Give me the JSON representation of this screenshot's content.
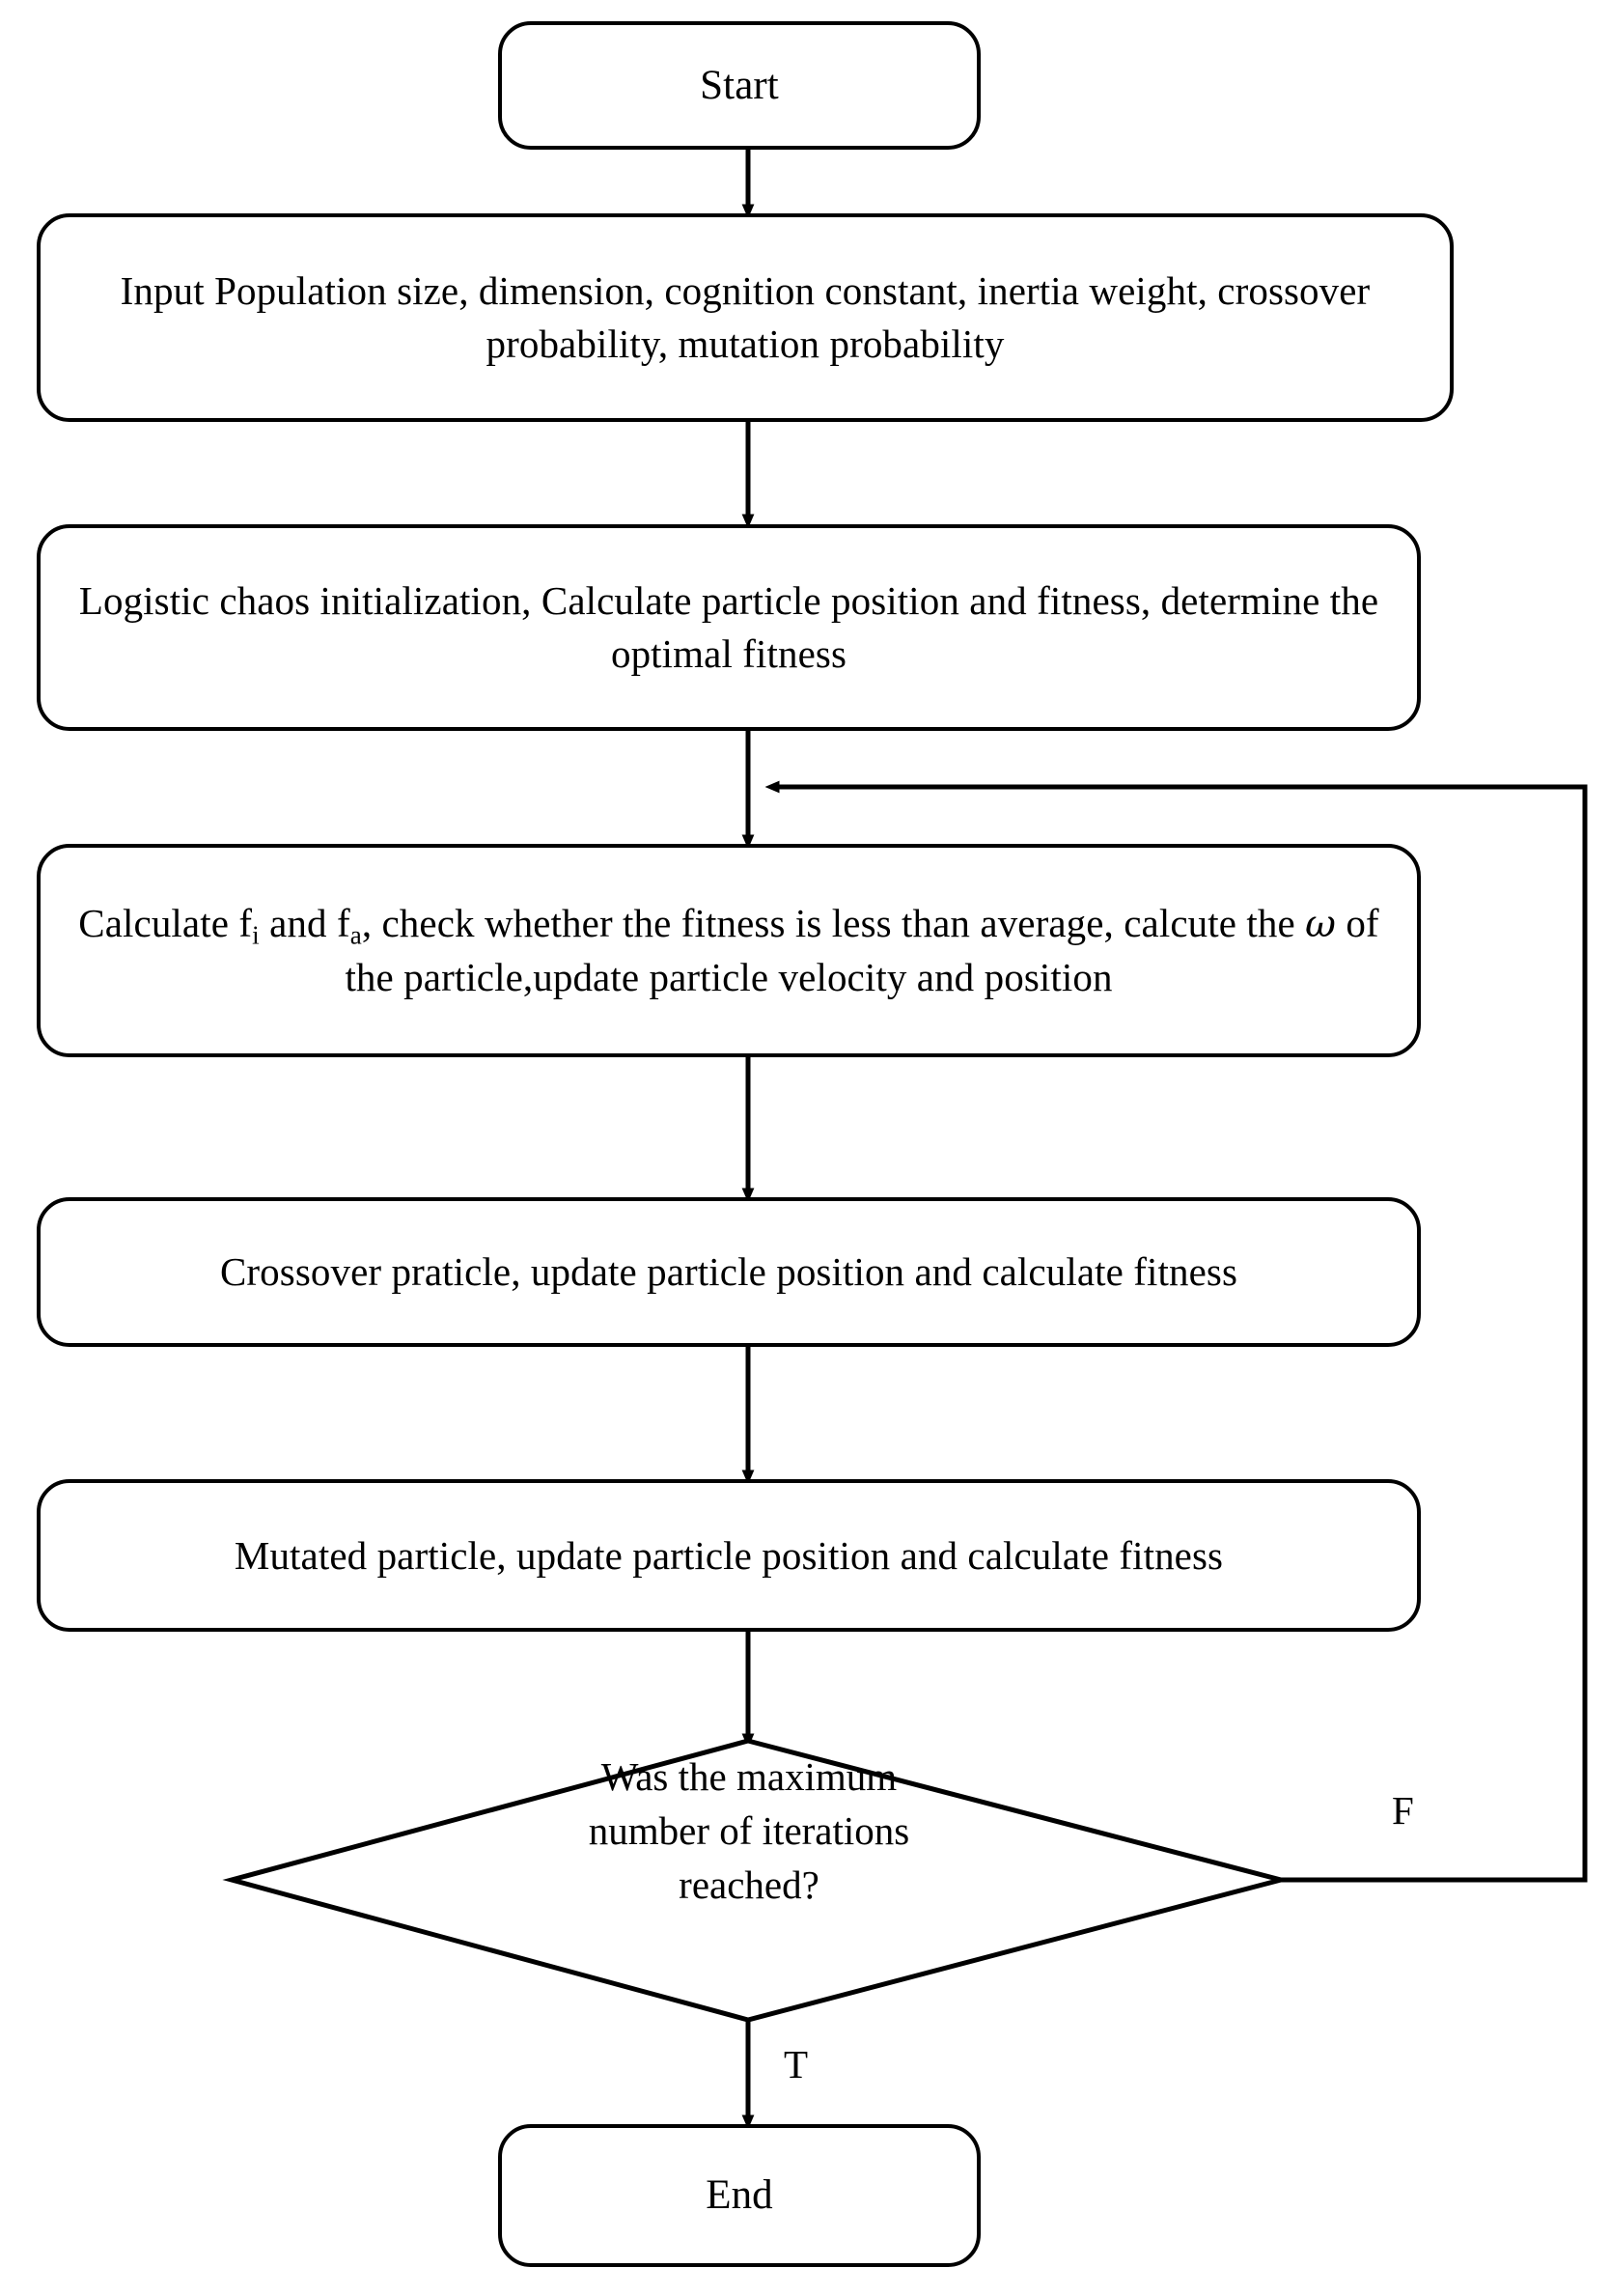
{
  "diagram": {
    "title": "Improved PSO algorithm flowchart",
    "type": "flowchart",
    "stroke_color": "#000000",
    "fill_color": "#ffffff",
    "background": "#ffffff"
  },
  "nodes": {
    "start": {
      "label": "Start",
      "shape": "rounded-rectangle"
    },
    "input": {
      "line1": "Input Population size, dimension, cognition constant, inertia",
      "line2": "weight, crossover probability, mutation probability",
      "shape": "rounded-rectangle"
    },
    "init": {
      "line1": "Logistic chaos initialization, Calculate  particle position and",
      "line2": "fitness, determine the optimal fitness",
      "shape": "rounded-rectangle"
    },
    "calculate": {
      "line1_a": "Calculate f",
      "line1_sub1": "i",
      "line1_b": " and f",
      "line1_sub2": "a",
      "line1_c": ", check whether the fitness is less than",
      "line2_a": "average, calcute the ",
      "line2_omega": "ω",
      "line2_b": " of the particle,update particle velocity",
      "line3": "and position",
      "shape": "rounded-rectangle"
    },
    "crossover": {
      "label": "Crossover praticle, update particle position and calculate fitness",
      "shape": "rounded-rectangle"
    },
    "mutate": {
      "label": "Mutated particle, update particle position and calculate fitness",
      "shape": "rounded-rectangle"
    },
    "decision": {
      "line1": "Was the maximum",
      "line2": "number of iterations",
      "line3": "reached?",
      "shape": "diamond"
    },
    "end": {
      "label": "End",
      "shape": "rounded-rectangle"
    }
  },
  "edge_labels": {
    "false_branch": "F",
    "true_branch": "T"
  }
}
